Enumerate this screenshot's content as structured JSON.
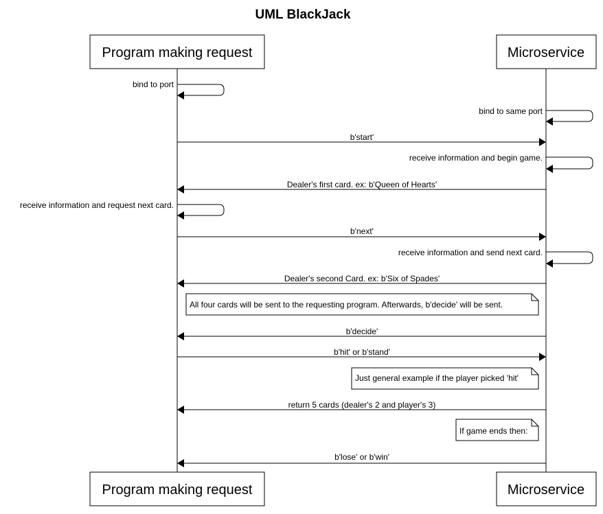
{
  "title": "UML BlackJack",
  "participants": [
    {
      "id": "program",
      "label": "Program making request"
    },
    {
      "id": "microservice",
      "label": "Microservice"
    }
  ],
  "messages": [
    {
      "from": "program",
      "to": "program",
      "label": "bind to port"
    },
    {
      "from": "microservice",
      "to": "microservice",
      "label": "bind to same port"
    },
    {
      "from": "program",
      "to": "microservice",
      "label": "b'start'"
    },
    {
      "from": "microservice",
      "to": "microservice",
      "label": "receive information and begin game."
    },
    {
      "from": "microservice",
      "to": "program",
      "label": "Dealer's first card. ex: b'Queen of Hearts'"
    },
    {
      "from": "program",
      "to": "program",
      "label": "receive information and request next card."
    },
    {
      "from": "program",
      "to": "microservice",
      "label": "b'next'"
    },
    {
      "from": "microservice",
      "to": "microservice",
      "label": "receive information and send next card."
    },
    {
      "from": "microservice",
      "to": "program",
      "label": "Dealer's second Card. ex: b'Six of Spades'"
    },
    {
      "from": "microservice",
      "to": "program",
      "label": "b'decide'"
    },
    {
      "from": "program",
      "to": "microservice",
      "label": "b'hit' or b'stand'"
    },
    {
      "from": "microservice",
      "to": "program",
      "label": "return 5 cards (dealer's 2 and player's 3)"
    },
    {
      "from": "microservice",
      "to": "program",
      "label": "b'lose' or b'win'"
    }
  ],
  "notes": [
    {
      "text": "All four cards will be sent to the requesting program. Afterwards, b'decide' will be sent."
    },
    {
      "text": "Just general example if the player picked 'hit'"
    },
    {
      "text": "If game ends then:"
    }
  ]
}
